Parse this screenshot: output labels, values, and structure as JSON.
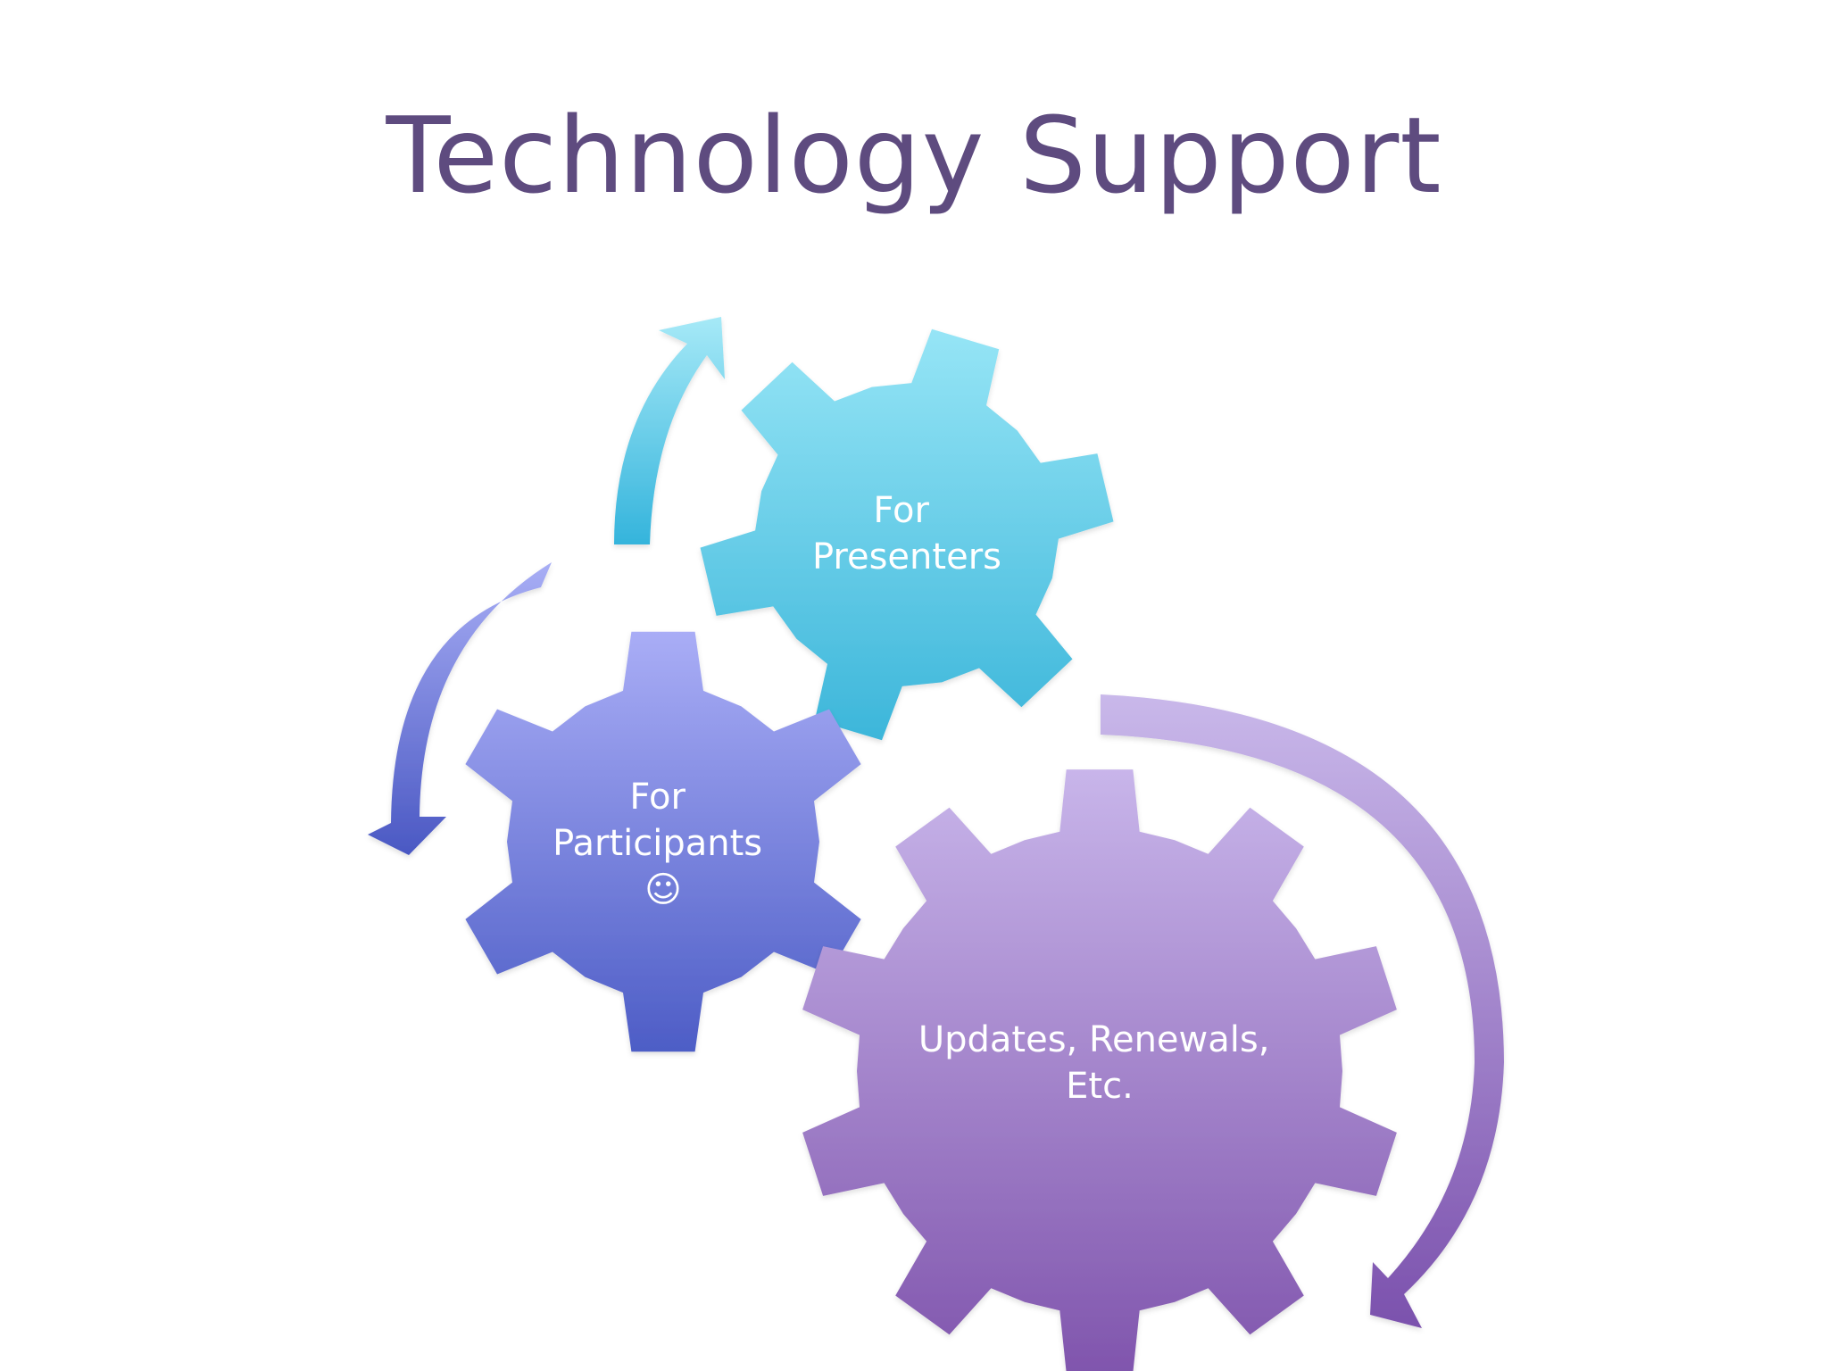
{
  "slide": {
    "title": "Technology Support"
  },
  "gears": [
    {
      "id": "presenters",
      "lines": [
        "For",
        "Presenters"
      ],
      "gradient": [
        "#96e5f6",
        "#3cb6da"
      ]
    },
    {
      "id": "participants",
      "lines": [
        "For",
        "Participants",
        "☺"
      ],
      "gradient": [
        "#a9adf6",
        "#4d5dc6"
      ]
    },
    {
      "id": "updates",
      "lines": [
        "Updates, Renewals,",
        "Etc."
      ],
      "gradient": [
        "#c8b5ea",
        "#8055ad"
      ]
    }
  ]
}
